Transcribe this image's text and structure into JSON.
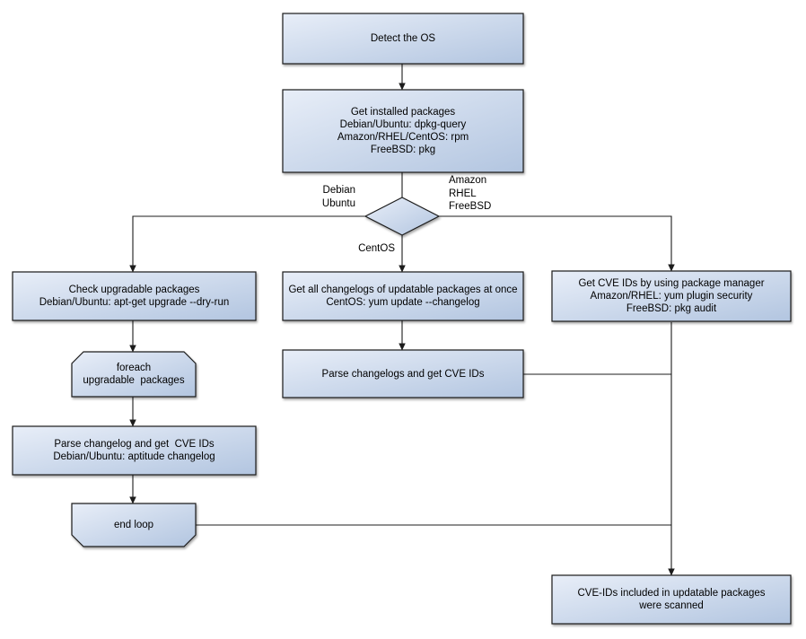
{
  "diagram": {
    "nodes": {
      "detect_os": "Detect the OS",
      "get_installed": "Get installed packages\nDebian/Ubuntu: dpkg-query\nAmazon/RHEL/CentOS: rpm\nFreeBSD: pkg",
      "check_upgradable": "Check upgradable packages\nDebian/Ubuntu: apt-get upgrade --dry-run",
      "get_changelogs_once": "Get all changelogs of updatable packages at once\nCentOS: yum update --changelog",
      "get_cve_pkg_manager": "Get CVE IDs by using package manager\nAmazon/RHEL: yum plugin security\nFreeBSD: pkg audit",
      "foreach_loop": "foreach\nupgradable  packages",
      "parse_changelogs": "Parse changelogs and get CVE IDs",
      "parse_changelog_left": "Parse changelog and get  CVE IDs\nDebian/Ubuntu: aptitude changelog",
      "end_loop": "end loop",
      "scanned": "CVE-IDs included in updatable packages\nwere scanned"
    },
    "edge_labels": {
      "debian_ubuntu": "Debian\nUbuntu",
      "amazon_rhel_freebsd": "Amazon\nRHEL\nFreeBSD",
      "centos": "CentOS"
    },
    "colors": {
      "node_fill_light": "#e8eef8",
      "node_fill_dark": "#b2c5e0",
      "border": "#1c1c1c",
      "background": "#ffffff",
      "text": "#000000"
    }
  }
}
